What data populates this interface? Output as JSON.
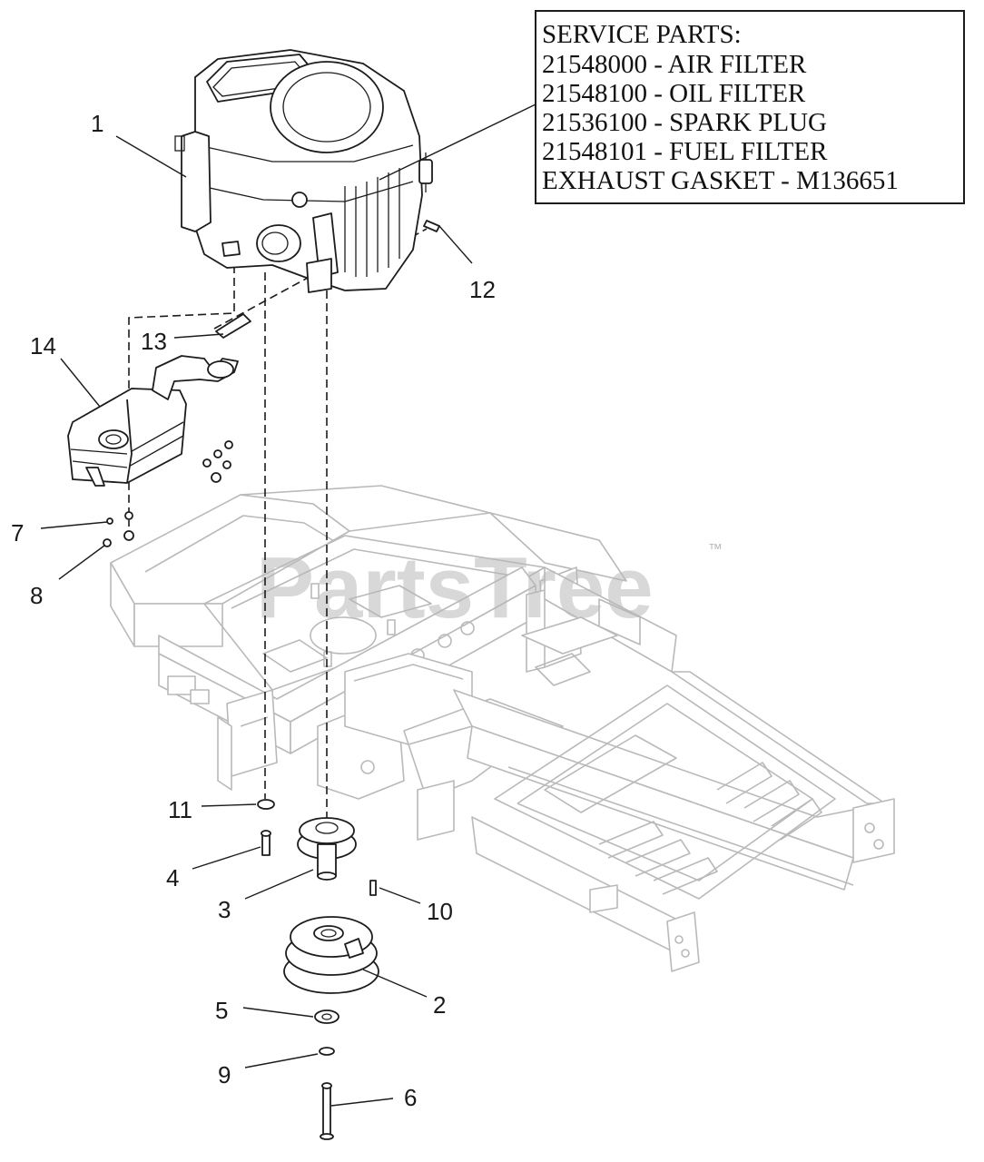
{
  "service_parts": {
    "title": "SERVICE PARTS:",
    "lines": [
      "21548000 - AIR FILTER",
      "21548100 - OIL FILTER",
      "21536100 - SPARK PLUG",
      "21548101 - FUEL FILTER",
      "EXHAUST GASKET - M136651"
    ]
  },
  "callouts": {
    "c1": "1",
    "c2": "2",
    "c3": "3",
    "c4": "4",
    "c5": "5",
    "c6": "6",
    "c7": "7",
    "c8": "8",
    "c9": "9",
    "c10": "10",
    "c11": "11",
    "c12": "12",
    "c13": "13",
    "c14": "14"
  },
  "watermark": {
    "text": "PartsTree",
    "mark": "™"
  }
}
